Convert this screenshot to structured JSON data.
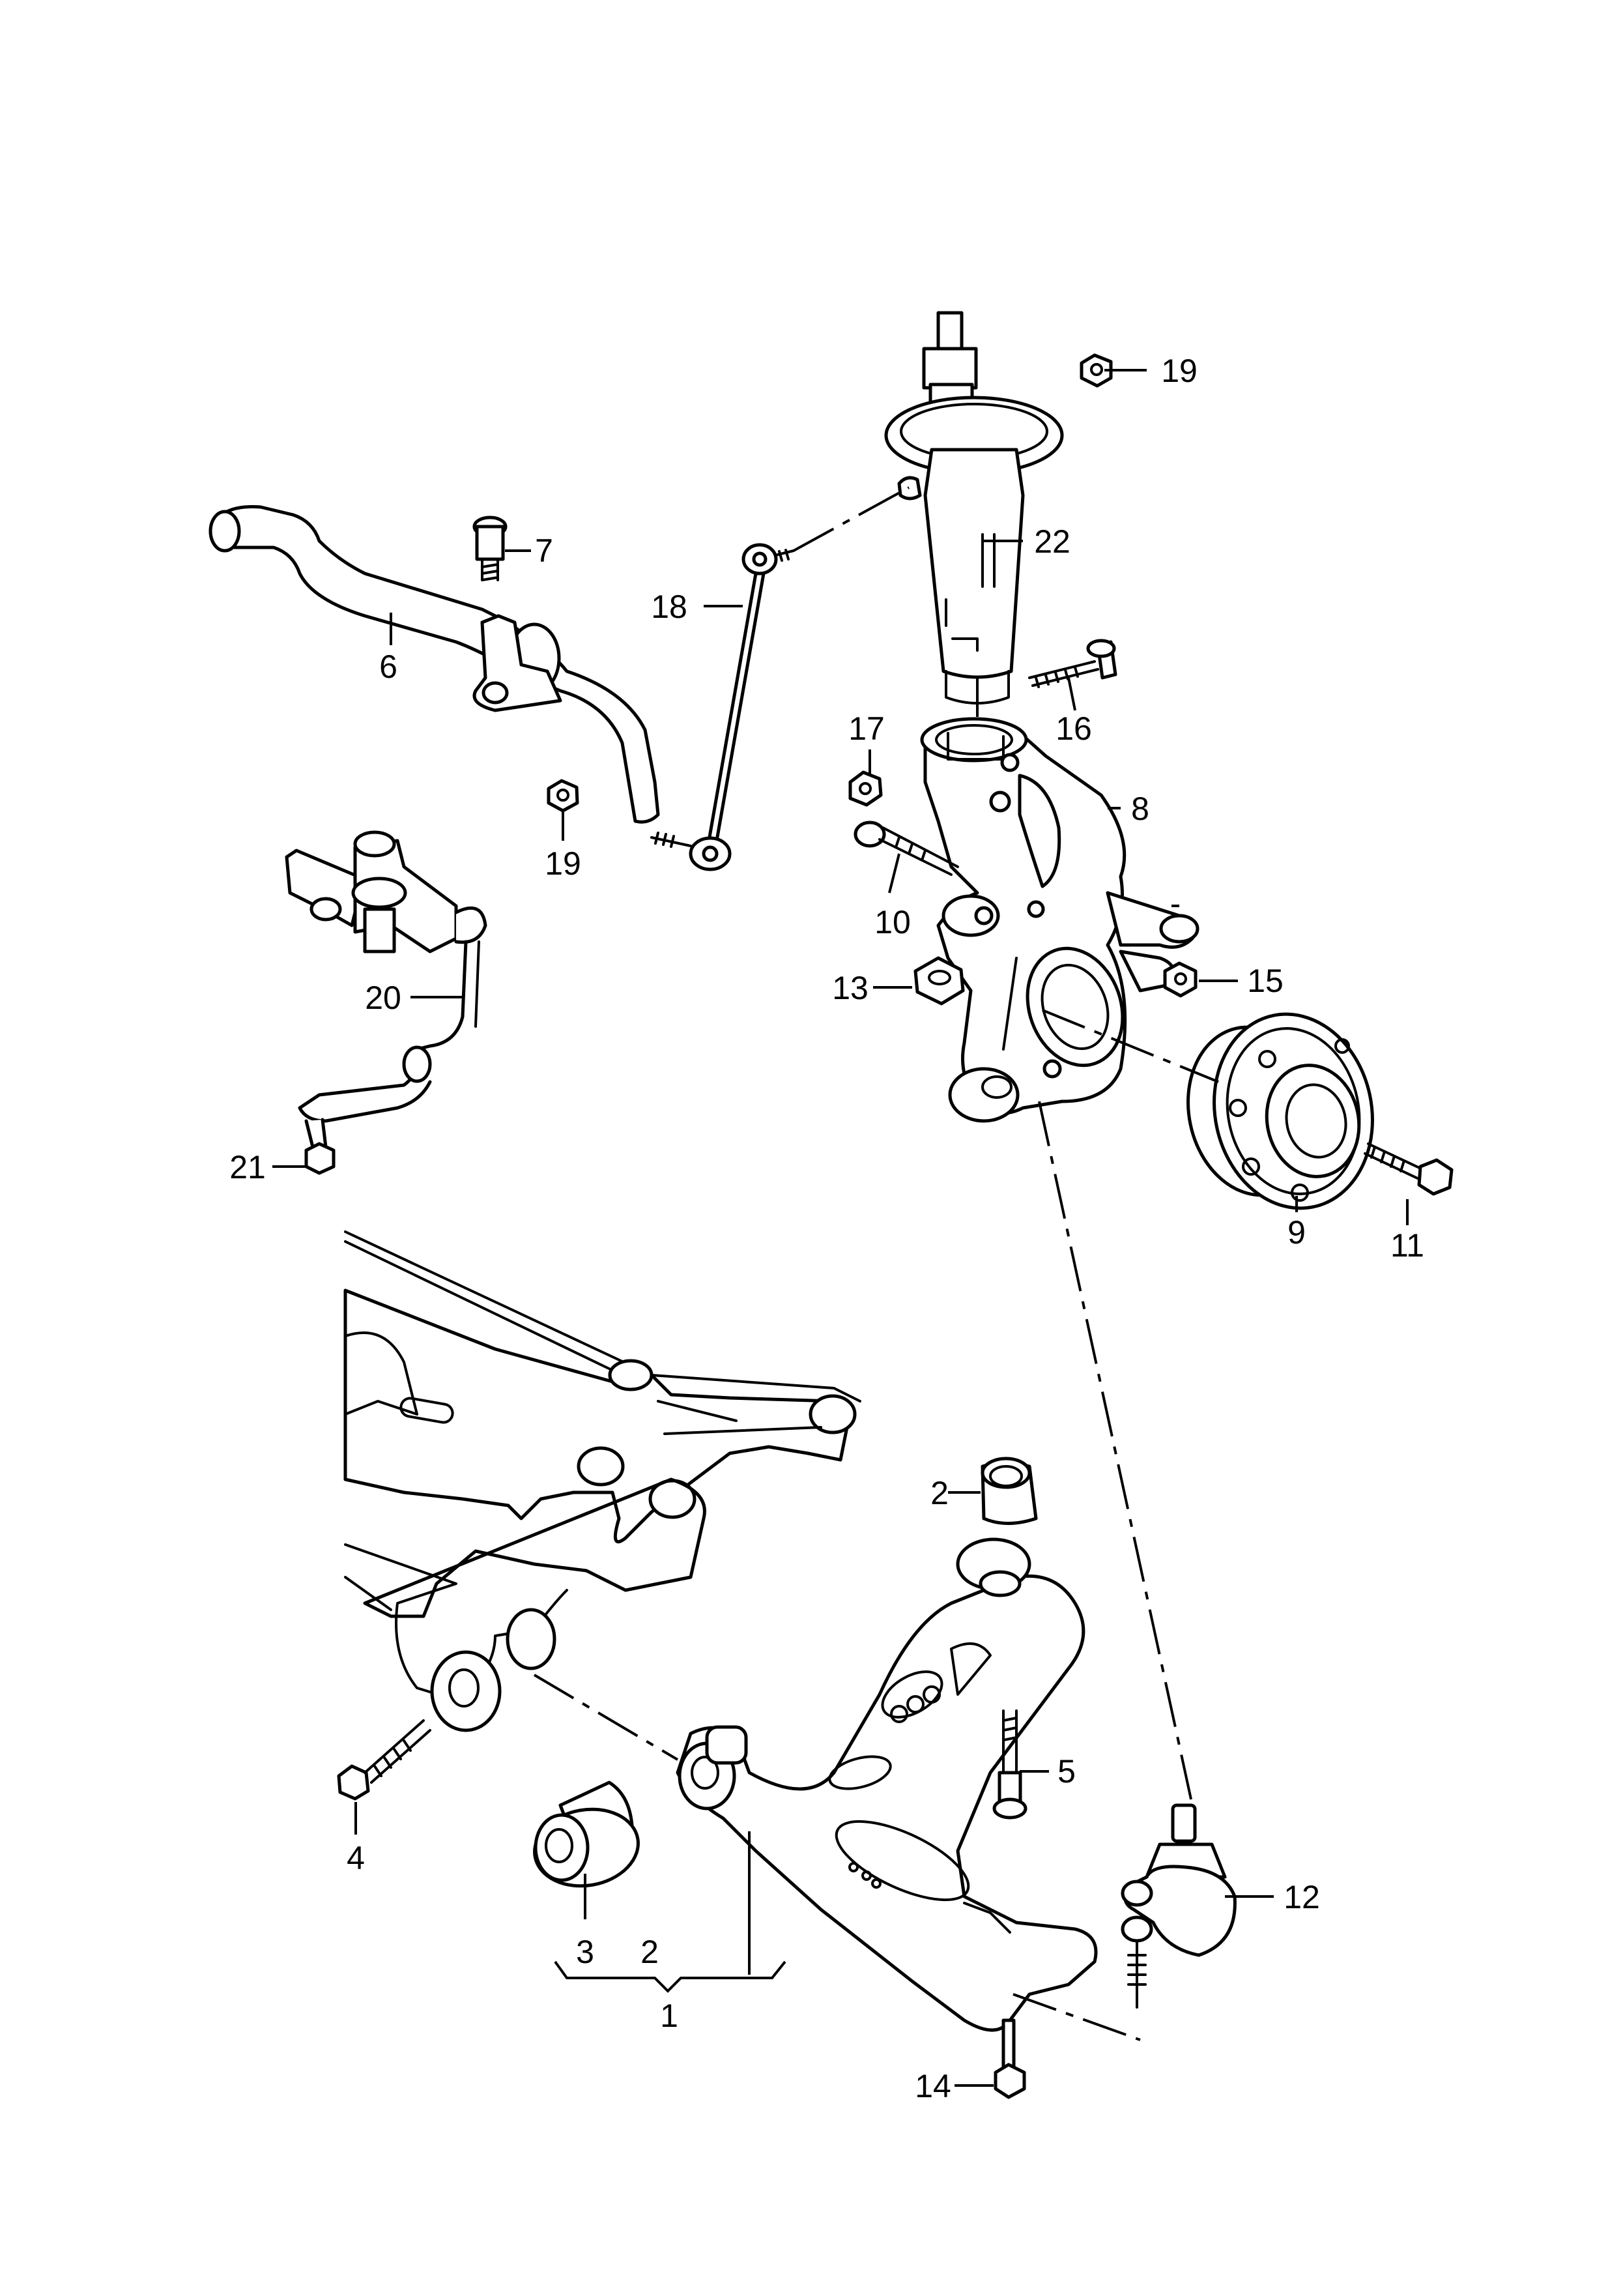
{
  "diagram": {
    "callouts": {
      "c1": "1",
      "c2a": "2",
      "c2b": "2",
      "c3": "3",
      "c4": "4",
      "c5": "5",
      "c6": "6",
      "c7": "7",
      "c8": "8",
      "c9": "9",
      "c10": "10",
      "c11": "11",
      "c12": "12",
      "c13": "13",
      "c14": "14",
      "c15": "15",
      "c16": "16",
      "c17": "17",
      "c18": "18",
      "c19a": "19",
      "c19b": "19",
      "c20": "20",
      "c21": "21",
      "c22": "22"
    }
  }
}
